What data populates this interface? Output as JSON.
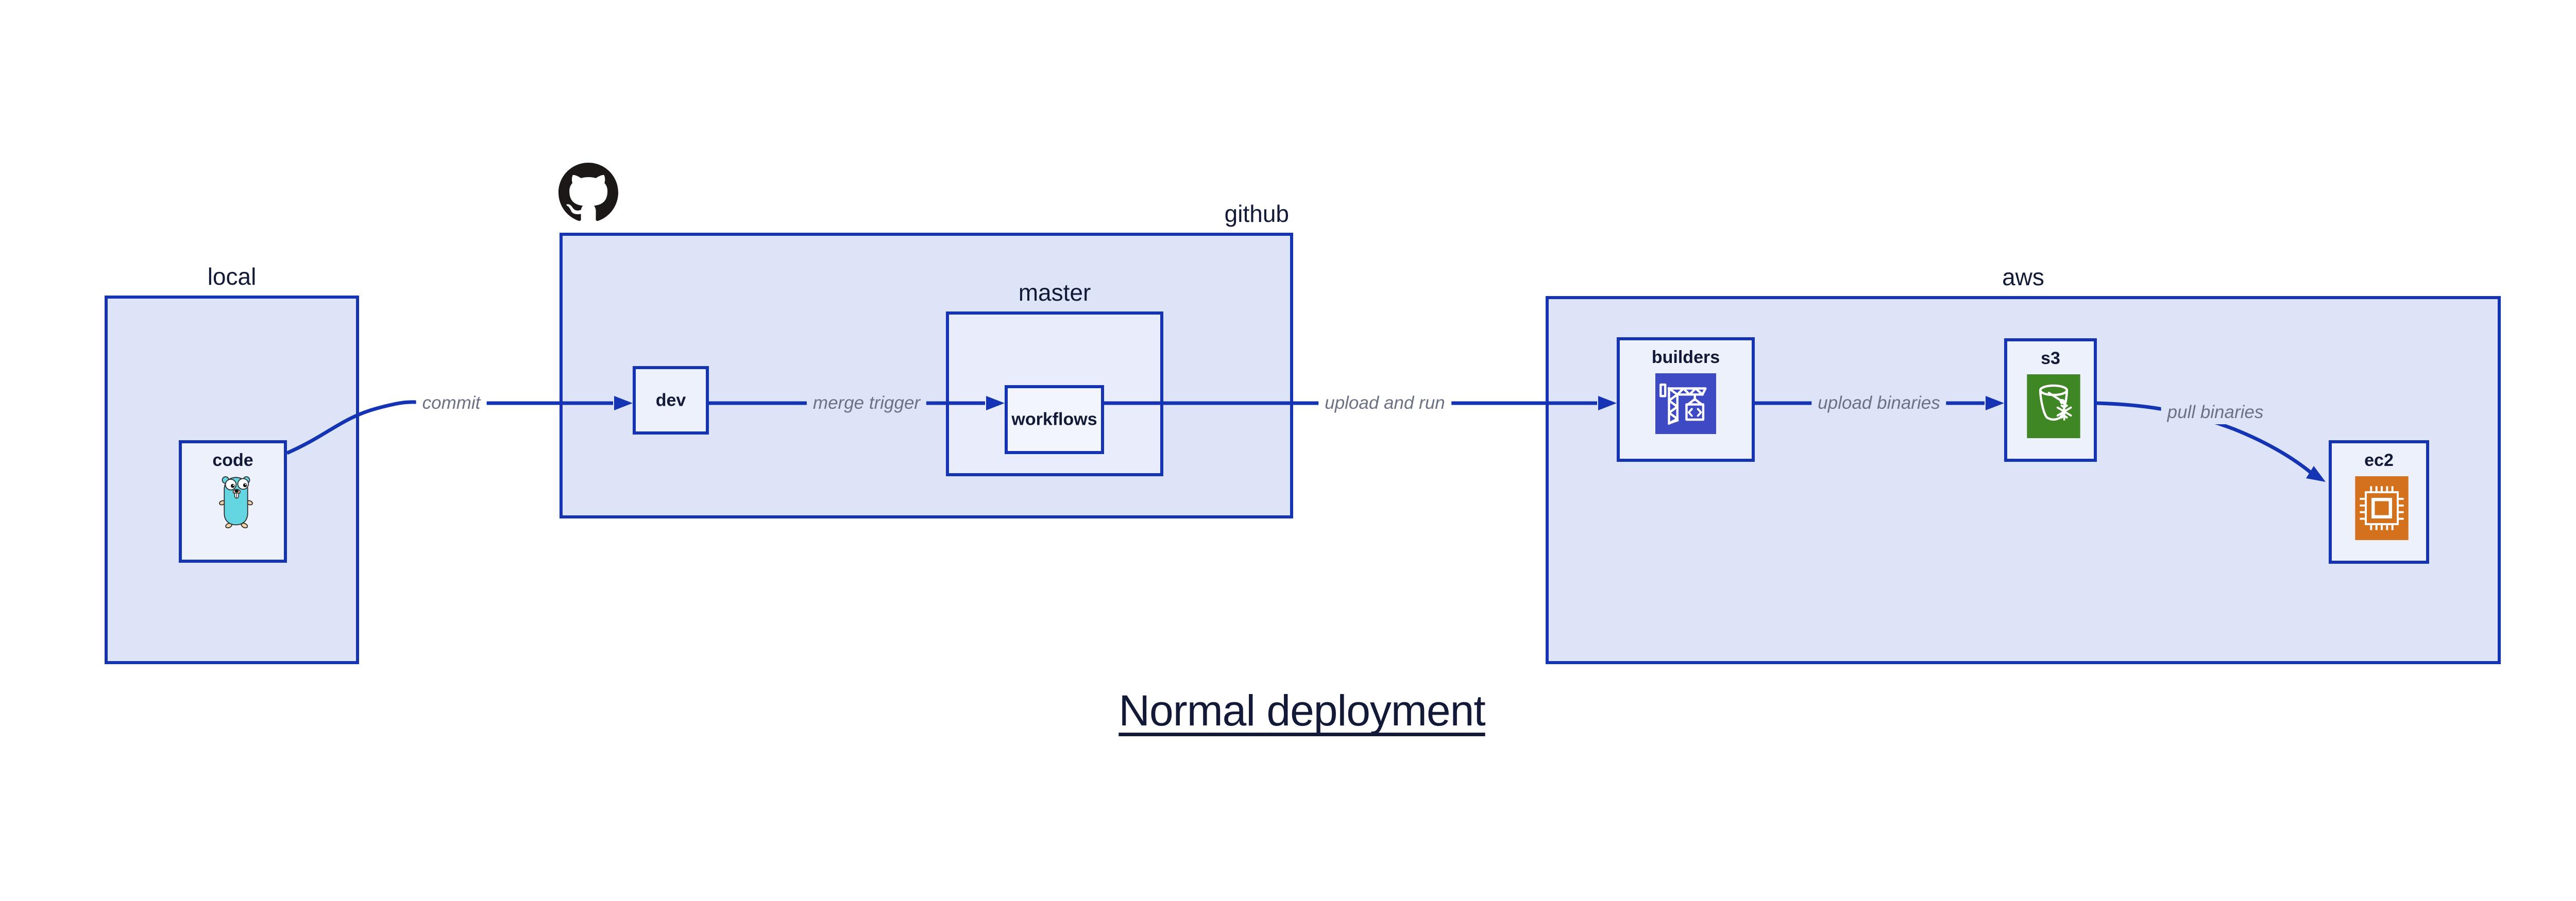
{
  "title": "Normal deployment",
  "groups": {
    "local": {
      "label": "local"
    },
    "github": {
      "label": "github"
    },
    "master": {
      "label": "master"
    },
    "aws": {
      "label": "aws"
    }
  },
  "nodes": {
    "code": {
      "label": "code"
    },
    "dev": {
      "label": "dev"
    },
    "workflows": {
      "label": "workflows"
    },
    "builders": {
      "label": "builders"
    },
    "s3": {
      "label": "s3"
    },
    "ec2": {
      "label": "ec2"
    }
  },
  "edges": {
    "commit": {
      "label": "commit"
    },
    "merge_trigger": {
      "label": "merge trigger"
    },
    "upload_and_run": {
      "label": "upload and run"
    },
    "upload_binaries": {
      "label": "upload binaries"
    },
    "pull_binaries": {
      "label": "pull binaries"
    }
  },
  "icons": {
    "octocat": "github-octocat-logo",
    "gopher": "go-gopher-mascot",
    "builders": "aws-codebuild-crane",
    "s3": "aws-s3-glacier-bucket",
    "ec2": "aws-ec2-chip"
  },
  "colors": {
    "stroke": "#1434b4",
    "group_fill": "#dee4f8",
    "node_fill": "#edf1fc",
    "master_fill": "#e9edfb",
    "workflows_fill": "#f3f5fd",
    "text": "#131a38",
    "edge_label": "#6b7284",
    "builders_icon": "#3e49c4",
    "s3_icon": "#3f8624",
    "ec2_icon": "#d4711d",
    "gopher": "#63d6e2",
    "octocat": "#1b1817"
  }
}
